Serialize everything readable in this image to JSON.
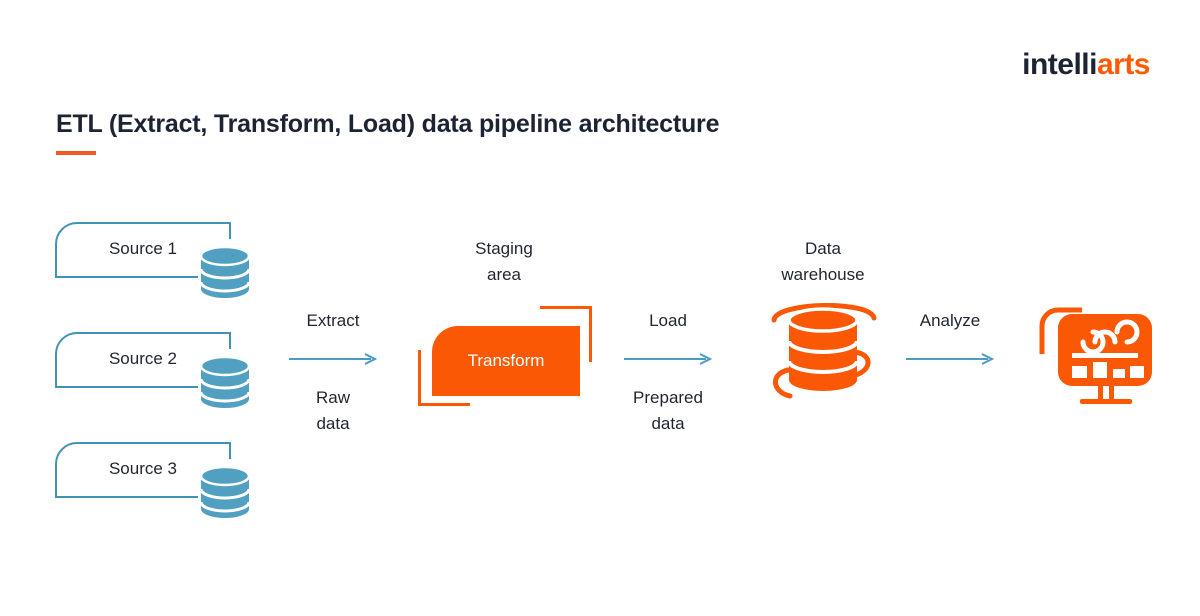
{
  "brand": {
    "logo_dark": "intelli",
    "logo_accent": "arts",
    "accent_color": "#ff5a00",
    "dark_color": "#1d2333",
    "teal_color": "#3f93b5",
    "orange_color": "#fb5805"
  },
  "title": "ETL (Extract, Transform, Load) data pipeline architecture",
  "diagram": {
    "sources": [
      {
        "label": "Source 1",
        "icon": "database-icon"
      },
      {
        "label": "Source 2",
        "icon": "database-icon"
      },
      {
        "label": "Source 3",
        "icon": "database-icon"
      }
    ],
    "steps": [
      {
        "name": "extract",
        "above_label": "Extract",
        "below_label": "Raw\ndata",
        "icon": "arrow-right-icon"
      },
      {
        "name": "load",
        "above_label": "Load",
        "below_label": "Prepared\ndata",
        "icon": "arrow-right-icon"
      },
      {
        "name": "analyze",
        "above_label": "Analyze",
        "below_label": "",
        "icon": "arrow-right-icon"
      }
    ],
    "staging": {
      "title": "Staging\narea",
      "box_label": "Transform"
    },
    "warehouse": {
      "title": "Data\nwarehouse",
      "icon": "database-cylinder-orange-icon"
    },
    "analytics": {
      "icon": "dashboard-monitor-icon"
    }
  }
}
